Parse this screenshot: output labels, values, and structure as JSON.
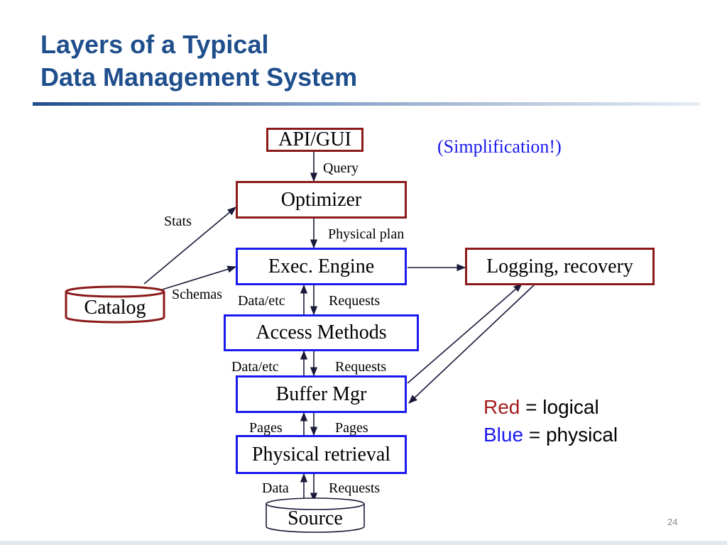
{
  "title": {
    "line1": "Layers of a Typical",
    "line2": "Data Management System"
  },
  "note": "(Simplification!)",
  "boxes": {
    "api": "API/GUI",
    "optimizer": "Optimizer",
    "exec": "Exec. Engine",
    "logging": "Logging, recovery",
    "access": "Access Methods",
    "buffer": "Buffer Mgr",
    "physical": "Physical retrieval",
    "catalog": "Catalog",
    "source": "Source"
  },
  "labels": {
    "query": "Query",
    "physical_plan": "Physical plan",
    "stats": "Stats",
    "schemas": "Schemas",
    "exec_data": "Data/etc",
    "exec_requests": "Requests",
    "access_data": "Data/etc",
    "access_requests": "Requests",
    "pages_up": "Pages",
    "pages_down": "Pages",
    "data": "Data",
    "requests": "Requests"
  },
  "legend": {
    "red_word": "Red",
    "red_rest": " = logical",
    "blue_word": "Blue",
    "blue_rest": " = physical"
  },
  "colors": {
    "logical": "#8b1a1a",
    "physical": "#1a1aee",
    "title": "#1f4e8c"
  },
  "page_number": "24"
}
